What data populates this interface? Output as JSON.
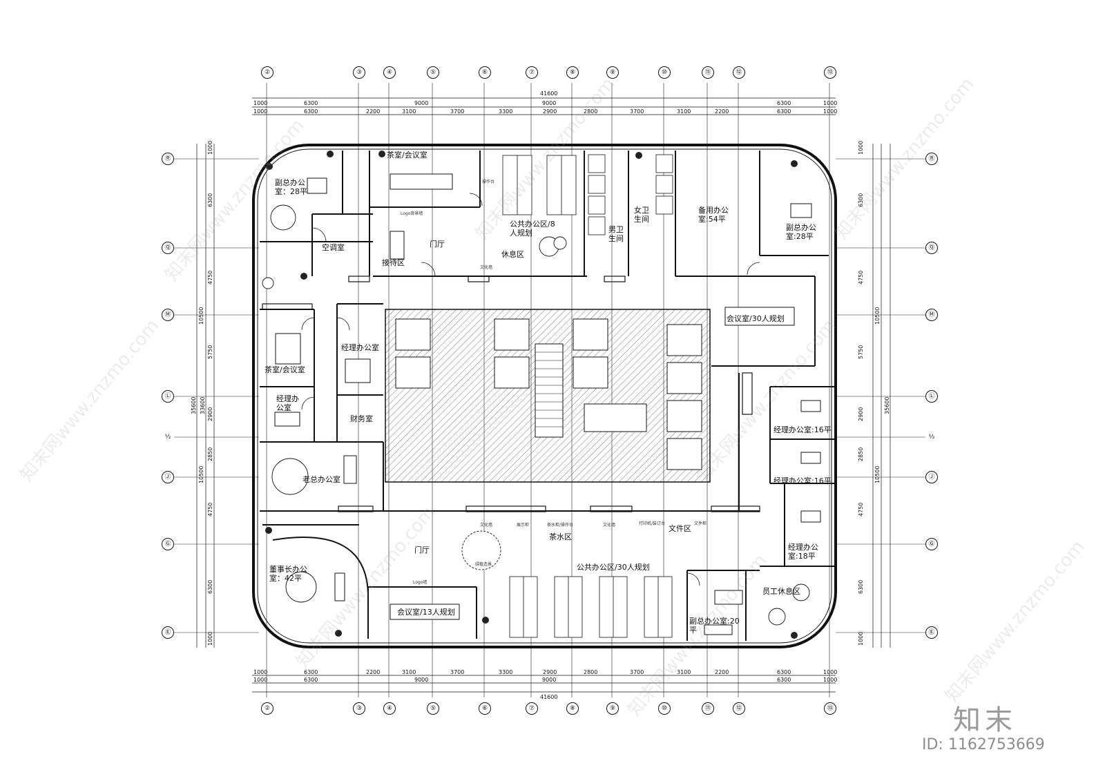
{
  "drawing": {
    "total_width": "41600",
    "total_height": "35600",
    "total_height_inner": "33600"
  },
  "axes_x": [
    "②",
    "③",
    "④",
    "⑤",
    "⑥",
    "⑦",
    "⑧",
    "⑨",
    "⑩",
    "⑪",
    "⑫",
    "⑬"
  ],
  "axes_y": [
    "Ⓡ",
    "Ⓠ",
    "Ⓜ",
    "Ⓛ",
    "½",
    "Ⓙ",
    "Ⓖ",
    "Ⓔ"
  ],
  "dims_top_row1": [
    "1000",
    "6300",
    "9000",
    "9000",
    "6300",
    "1000"
  ],
  "dims_top_row2": [
    "1000",
    "6300",
    "2200",
    "3100",
    "3700",
    "3300",
    "2900",
    "2800",
    "3700",
    "3100",
    "2200",
    "6300",
    "1000"
  ],
  "dims_left_row1": [
    "1000",
    "6300",
    "10500",
    "2900",
    "10500",
    "6300",
    "1000"
  ],
  "dims_left_row2": [
    "1000",
    "6300",
    "4750",
    "5750",
    "2900",
    "2850",
    "4750",
    "6300",
    "1000"
  ],
  "rooms": {
    "tea_meeting_top": "茶室/会议室",
    "deputy_top_left": "副总办公室：28平",
    "ac_room": "空调室",
    "reception": "接待区",
    "lobby_top": "门厅",
    "open_office_8": "公共办公区/8人规划",
    "lounge": "休息区",
    "men_wc": "男卫生间",
    "women_wc": "女卫生间",
    "spare_office": "备用办公室:54平",
    "deputy_top_right": "副总办公室:28平",
    "meeting_30": "会议室/30人规划",
    "manager_office_mid": "经理办公室",
    "tea_meeting_left": "茶室/会议室",
    "manager_office_left": "经理办公室",
    "finance": "财务室",
    "boss_office": "老总办公室",
    "manager_16_a": "经理办公室:16平",
    "manager_16_b": "经理办公室:16平",
    "manager_18": "经理办公室:18平",
    "lobby_bottom": "门厅",
    "pantry": "茶水区",
    "file_area": "文件区",
    "chairman": "董事长办公室：42平",
    "open_office_30": "公共办公区/30人规划",
    "meeting_13": "会议室/13人规划",
    "deputy_bottom": "副总办公室:20平",
    "staff_lounge": "员工休息区"
  },
  "small_notes": {
    "logo_wall_top": "Logo背景墙",
    "logo_wall_bottom": "Logo墙",
    "culture_wall_1": "文化墙",
    "culture_wall_2": "文化墙",
    "culture_wall_3": "文化墙",
    "display_cabinet": "展示柜",
    "tea_counter": "茶水柜/操作台",
    "print_area": "打印机/装订台",
    "file_cabinet": "文件柜",
    "console": "操作台",
    "green_plant": "绿植造景"
  },
  "branding": {
    "logo_text": "知末",
    "image_id": "ID: 1162753669",
    "watermark": "知末网www.znzmo.com"
  }
}
